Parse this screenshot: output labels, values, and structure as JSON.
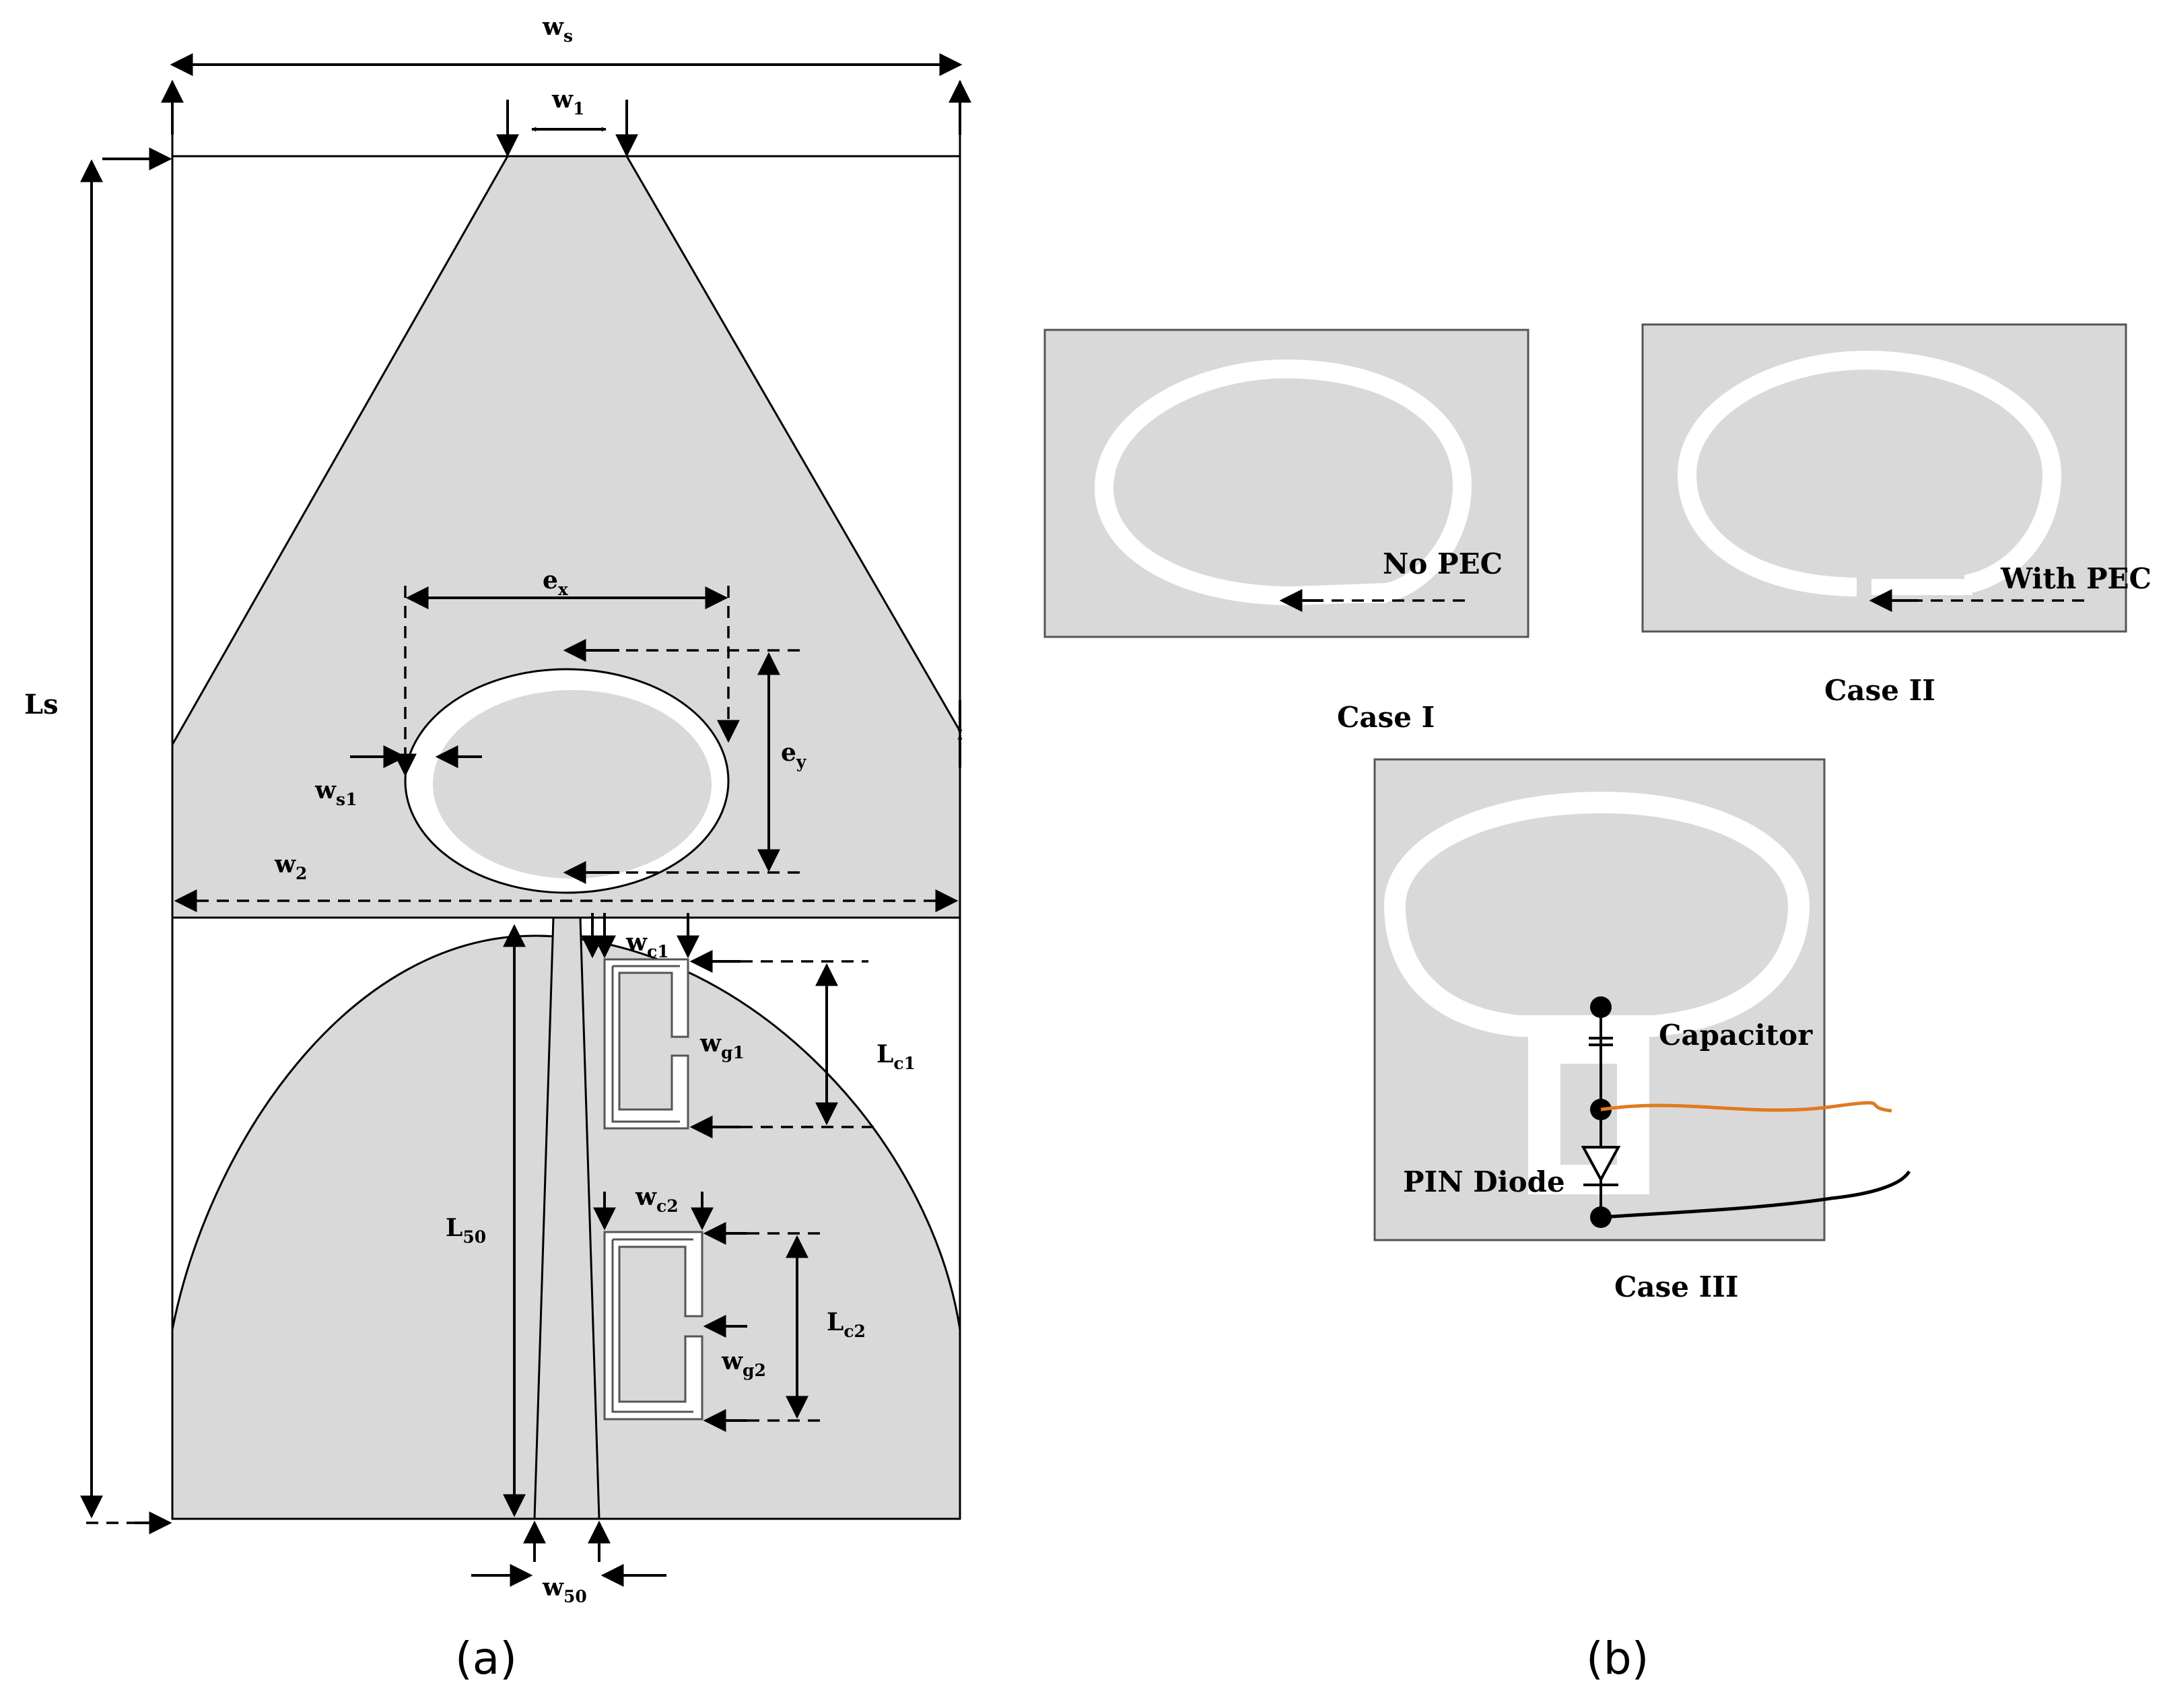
{
  "panel_a": {
    "caption": "(a)",
    "labels": {
      "ws": "w",
      "ws_sub": "s",
      "w1": "w",
      "w1_sub": "1",
      "ls": "Ls",
      "ex": "e",
      "ex_sub": "x",
      "ey": "e",
      "ey_sub": "y",
      "ws1": "w",
      "ws1_sub": "s1",
      "w2": "w",
      "w2_sub": "2",
      "wc1": "w",
      "wc1_sub": "c1",
      "wg1": "w",
      "wg1_sub": "g1",
      "lc1": "L",
      "lc1_sub": "c1",
      "l50": "L",
      "l50_sub": "50",
      "wc2": "w",
      "wc2_sub": "c2",
      "lc2": "L",
      "lc2_sub": "c2",
      "wg2": "w",
      "wg2_sub": "g2",
      "w50": "w",
      "w50_sub": "50"
    }
  },
  "panel_b": {
    "caption": "(b)",
    "case1": {
      "title": "Case I",
      "note": "No PEC"
    },
    "case2": {
      "title": "Case II",
      "note": "With PEC"
    },
    "case3": {
      "title": "Case III",
      "capacitor": "Capacitor",
      "diode": "PIN Diode"
    }
  },
  "colors": {
    "substrate": "#d9d9d9",
    "slot": "#ffffff",
    "outline": "#000000",
    "bias_wire": "#e07a20"
  }
}
